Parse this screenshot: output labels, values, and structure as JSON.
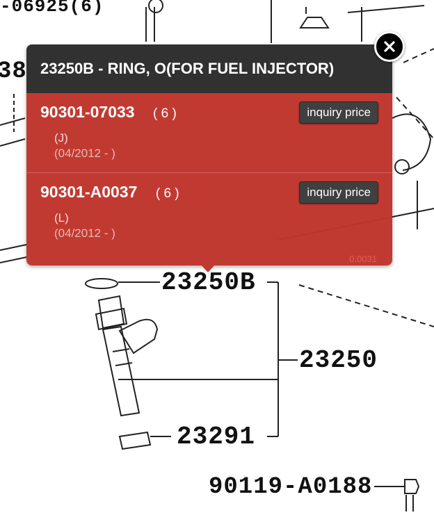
{
  "diagram": {
    "labels": {
      "top_left": "-06925(6)",
      "left_partial": "38",
      "ring": "23250B",
      "injector": "23250",
      "insulator": "23291",
      "bolt": "90119-A0188"
    }
  },
  "popup": {
    "title": "23250B - RING, O(FOR FUEL INJECTOR)",
    "parts": [
      {
        "number": "90301-07033",
        "qty": "( 6 )",
        "code": "(J)",
        "date": "(04/2012 - )",
        "button": "inquiry price"
      },
      {
        "number": "90301-A0037",
        "qty": "( 6 )",
        "code": "(L)",
        "date": "(04/2012 - )",
        "button": "inquiry price"
      }
    ],
    "footer_code": "0.0031",
    "close_icon": "close-icon"
  },
  "colors": {
    "popup_bg": "#c0342b",
    "header_bg": "#2b2b2b",
    "button_bg": "#3a3a3a"
  }
}
